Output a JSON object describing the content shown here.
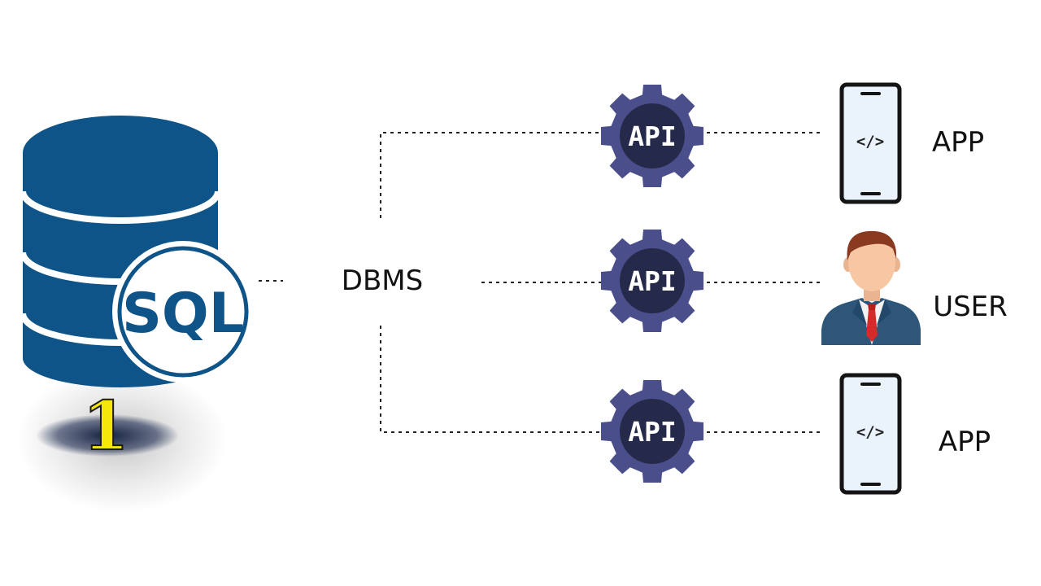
{
  "colors": {
    "db_blue": "#0f5488",
    "gear": "#4a4f8c",
    "gear_hub": "#262a4a",
    "phone_frame": "#141414",
    "phone_screen": "#eaf3fb",
    "connector": "#222222",
    "episode_yellow": "#f5e70a"
  },
  "database": {
    "icon": "database-icon",
    "badge": "SQL",
    "episode_number": "1"
  },
  "dbms": {
    "label": "DBMS"
  },
  "apis": [
    {
      "label": "API",
      "icon": "gear-icon"
    },
    {
      "label": "API",
      "icon": "gear-icon"
    },
    {
      "label": "API",
      "icon": "gear-icon"
    }
  ],
  "clients": [
    {
      "label": "APP",
      "icon": "smartphone-icon",
      "code": "</>"
    },
    {
      "label": "USER",
      "icon": "user-avatar-icon"
    },
    {
      "label": "APP",
      "icon": "smartphone-icon",
      "code": "</>"
    }
  ]
}
